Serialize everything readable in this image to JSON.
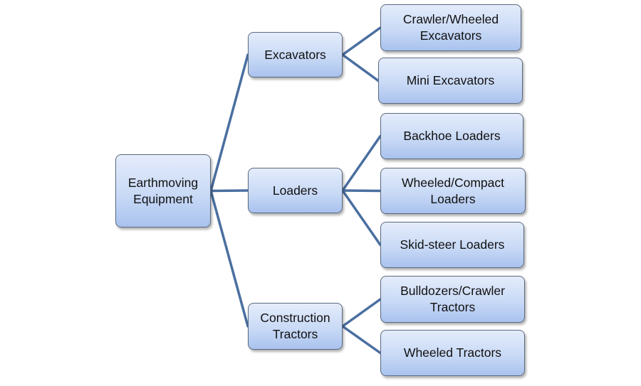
{
  "diagram": {
    "type": "hierarchy-tree",
    "colors": {
      "connector": "#4a6fa0",
      "node_border": "#5a6a7e",
      "node_fill_top": "#e4ecfb",
      "node_fill_bottom": "#a9c2ee",
      "text": "#111111"
    },
    "root": {
      "id": "root",
      "label": "Earthmoving\nEquipment"
    },
    "categories": [
      {
        "id": "excavators",
        "label": "Excavators",
        "children": [
          {
            "id": "crawler-wheeled-excavators",
            "label": "Crawler/Wheeled\nExcavators"
          },
          {
            "id": "mini-excavators",
            "label": "Mini Excavators"
          }
        ]
      },
      {
        "id": "loaders",
        "label": "Loaders",
        "children": [
          {
            "id": "backhoe-loaders",
            "label": "Backhoe Loaders"
          },
          {
            "id": "wheeled-compact-loaders",
            "label": "Wheeled/Compact\nLoaders"
          },
          {
            "id": "skid-steer-loaders",
            "label": "Skid-steer Loaders"
          }
        ]
      },
      {
        "id": "construction-tractors",
        "label": "Construction\nTractors",
        "children": [
          {
            "id": "bulldozers-crawler-tractors",
            "label": "Bulldozers/Crawler\nTractors"
          },
          {
            "id": "wheeled-tractors",
            "label": "Wheeled Tractors"
          }
        ]
      }
    ]
  }
}
